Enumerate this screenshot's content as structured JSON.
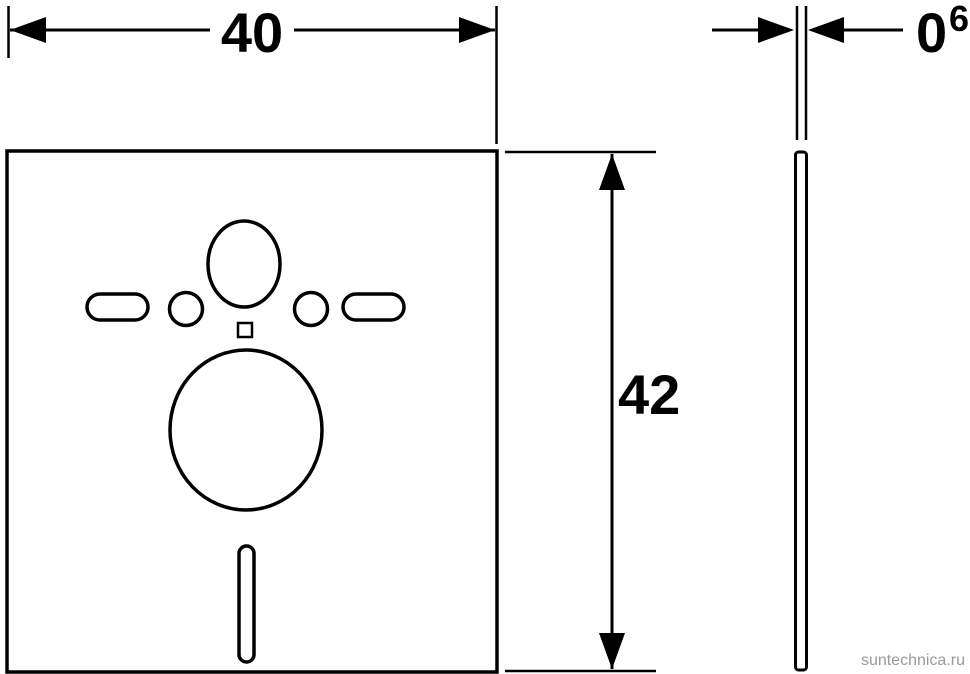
{
  "colors": {
    "line": "#000000",
    "watermark": "#9a9a9a",
    "background": "#ffffff"
  },
  "drawing": {
    "dimensions": {
      "width": "40",
      "height": "42",
      "thickness_base": "0",
      "thickness_sup": "6"
    }
  },
  "watermark": {
    "text": "suntechnica.ru"
  }
}
